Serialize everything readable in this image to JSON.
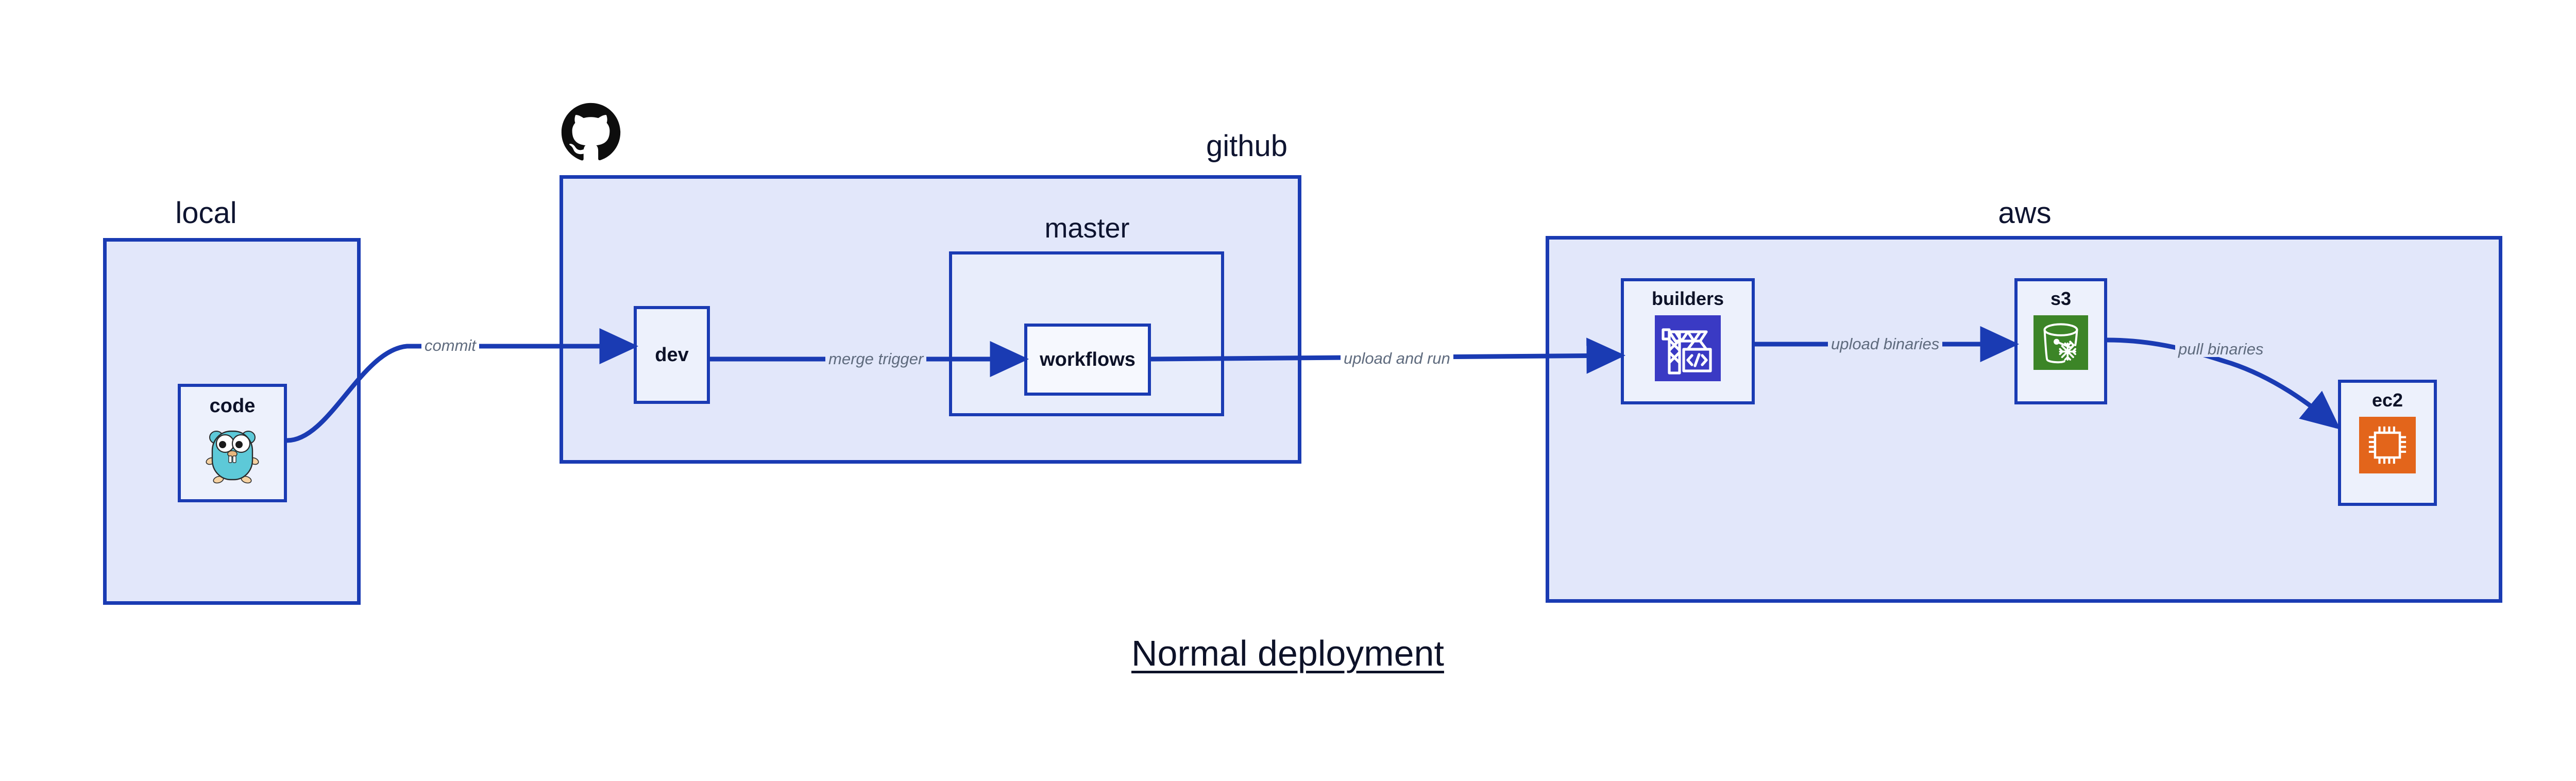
{
  "diagram": {
    "title": "Normal deployment",
    "accent_border": "#1a3bb3",
    "group_fill": "#e2e7fa",
    "nested_fill": "#e8edfb",
    "node_fill": "#edf1fc",
    "label_color": "#0e1430",
    "edge_label_color": "#5f6b7e"
  },
  "groups": {
    "local": {
      "label": "local"
    },
    "github": {
      "label": "github"
    },
    "master": {
      "label": "master"
    },
    "aws": {
      "label": "aws"
    }
  },
  "nodes": {
    "code": {
      "label": "code",
      "icon": "go-gopher-icon"
    },
    "dev": {
      "label": "dev"
    },
    "workflows": {
      "label": "workflows"
    },
    "builders": {
      "label": "builders",
      "icon": "crane-code-icon",
      "icon_color": "#3A3AC4"
    },
    "s3": {
      "label": "s3",
      "icon": "s3-bucket-icon",
      "icon_color": "#3C8527"
    },
    "ec2": {
      "label": "ec2",
      "icon": "cpu-chip-icon",
      "icon_color": "#E3651B"
    }
  },
  "edges": {
    "commit": {
      "label": "commit",
      "from": "code",
      "to": "dev"
    },
    "merge_trigger": {
      "label": "merge trigger",
      "from": "dev",
      "to": "workflows"
    },
    "upload_and_run": {
      "label": "upload and run",
      "from": "workflows",
      "to": "builders"
    },
    "upload_binaries": {
      "label": "upload binaries",
      "from": "builders",
      "to": "s3"
    },
    "pull_binaries": {
      "label": "pull binaries",
      "from": "s3",
      "to": "ec2"
    }
  },
  "icons": {
    "github_logo": "github-octocat-icon"
  }
}
